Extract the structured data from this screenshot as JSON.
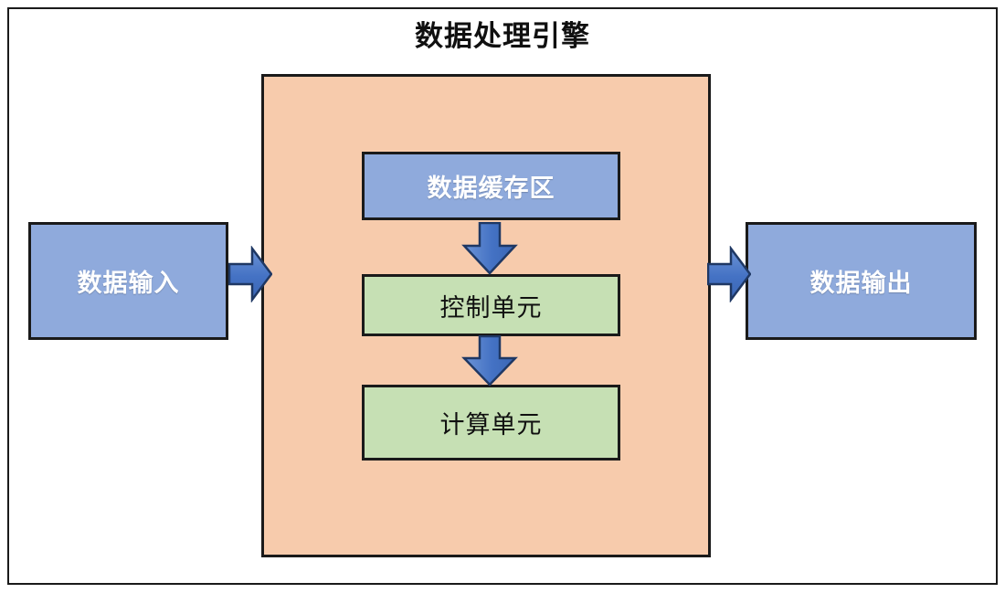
{
  "diagram": {
    "title": "数据处理引擎",
    "container": {
      "name": "engine-container",
      "fill": "#F7CBAC",
      "border": "#1A1A1A"
    },
    "palette": {
      "blue_fill": "#8FAADC",
      "green_fill": "#C6E0B4",
      "peach_fill": "#F7CBAC",
      "arrow_fill": "#4472C4",
      "arrow_fill_light": "#6D94D6",
      "arrow_stroke": "#1F3864",
      "box_stroke": "#1A1A1A",
      "title_color": "#101010",
      "blue_text": "#FFFFFF",
      "green_text": "#101010",
      "page_background": "#FFFFFF"
    },
    "nodes": [
      {
        "id": "data-input",
        "label": "数据输入",
        "style": "blue"
      },
      {
        "id": "data-buffer",
        "label": "数据缓存区",
        "style": "blue"
      },
      {
        "id": "control-unit",
        "label": "控制单元",
        "style": "green"
      },
      {
        "id": "compute-unit",
        "label": "计算单元",
        "style": "green"
      },
      {
        "id": "data-output",
        "label": "数据输出",
        "style": "blue"
      }
    ],
    "arrows": [
      {
        "id": "input-to-engine",
        "direction": "right",
        "icon": "arrow-right-icon"
      },
      {
        "id": "buffer-to-control",
        "direction": "down",
        "icon": "arrow-down-icon"
      },
      {
        "id": "control-to-compute",
        "direction": "down",
        "icon": "arrow-down-icon"
      },
      {
        "id": "engine-to-output",
        "direction": "right",
        "icon": "arrow-right-icon"
      }
    ]
  }
}
